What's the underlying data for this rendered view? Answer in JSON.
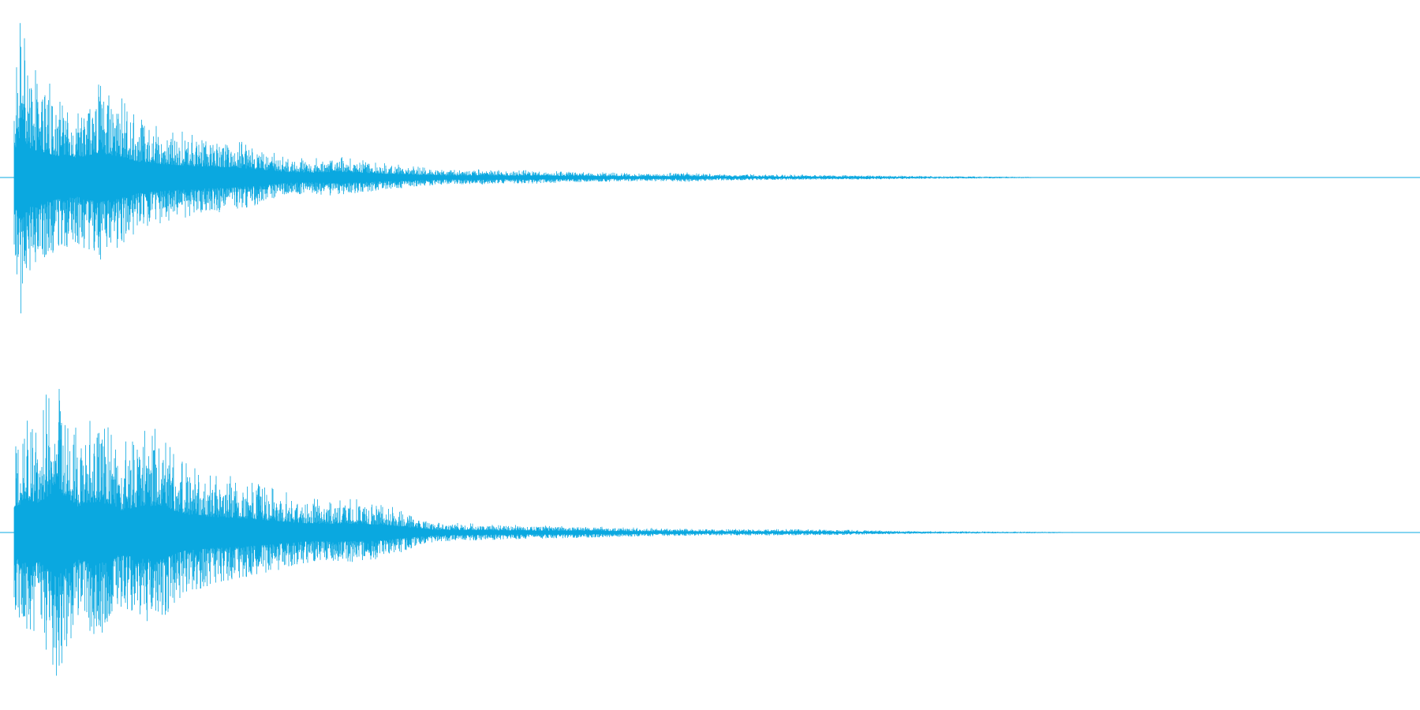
{
  "waveform": {
    "color": "#0aa8e0",
    "background": "#ffffff",
    "channels": [
      {
        "id": "channel-1",
        "name": "",
        "peak_amplitude": 0.98,
        "envelope": [
          [
            0.0,
            0.62
          ],
          [
            0.005,
            0.98
          ],
          [
            0.012,
            0.64
          ],
          [
            0.02,
            0.6
          ],
          [
            0.03,
            0.5
          ],
          [
            0.045,
            0.45
          ],
          [
            0.06,
            0.57
          ],
          [
            0.075,
            0.48
          ],
          [
            0.09,
            0.35
          ],
          [
            0.11,
            0.3
          ],
          [
            0.13,
            0.26
          ],
          [
            0.15,
            0.24
          ],
          [
            0.17,
            0.2
          ],
          [
            0.19,
            0.13
          ],
          [
            0.21,
            0.11
          ],
          [
            0.23,
            0.13
          ],
          [
            0.25,
            0.1
          ],
          [
            0.27,
            0.08
          ],
          [
            0.29,
            0.06
          ],
          [
            0.31,
            0.045
          ],
          [
            0.33,
            0.05
          ],
          [
            0.35,
            0.04
          ],
          [
            0.37,
            0.045
          ],
          [
            0.39,
            0.035
          ],
          [
            0.42,
            0.03
          ],
          [
            0.45,
            0.025
          ],
          [
            0.48,
            0.03
          ],
          [
            0.5,
            0.02
          ],
          [
            0.54,
            0.018
          ],
          [
            0.58,
            0.015
          ],
          [
            0.62,
            0.012
          ],
          [
            0.66,
            0.008
          ],
          [
            0.7,
            0.006
          ],
          [
            0.72,
            0.004
          ],
          [
            0.75,
            0.0
          ],
          [
            1.0,
            0.0
          ]
        ]
      },
      {
        "id": "channel-2",
        "name": "",
        "peak_amplitude": 1.0,
        "envelope": [
          [
            0.0,
            0.58
          ],
          [
            0.01,
            0.72
          ],
          [
            0.018,
            0.68
          ],
          [
            0.03,
            1.0
          ],
          [
            0.045,
            0.6
          ],
          [
            0.06,
            0.72
          ],
          [
            0.075,
            0.5
          ],
          [
            0.09,
            0.6
          ],
          [
            0.105,
            0.62
          ],
          [
            0.12,
            0.42
          ],
          [
            0.14,
            0.36
          ],
          [
            0.16,
            0.33
          ],
          [
            0.18,
            0.28
          ],
          [
            0.2,
            0.22
          ],
          [
            0.22,
            0.19
          ],
          [
            0.24,
            0.2
          ],
          [
            0.26,
            0.18
          ],
          [
            0.28,
            0.12
          ],
          [
            0.3,
            0.06
          ],
          [
            0.32,
            0.055
          ],
          [
            0.34,
            0.05
          ],
          [
            0.36,
            0.045
          ],
          [
            0.38,
            0.04
          ],
          [
            0.4,
            0.04
          ],
          [
            0.43,
            0.03
          ],
          [
            0.46,
            0.025
          ],
          [
            0.5,
            0.02
          ],
          [
            0.54,
            0.02
          ],
          [
            0.58,
            0.018
          ],
          [
            0.62,
            0.012
          ],
          [
            0.65,
            0.008
          ],
          [
            0.7,
            0.006
          ],
          [
            0.74,
            0.004
          ],
          [
            0.78,
            0.0
          ],
          [
            1.0,
            0.0
          ]
        ]
      }
    ]
  }
}
